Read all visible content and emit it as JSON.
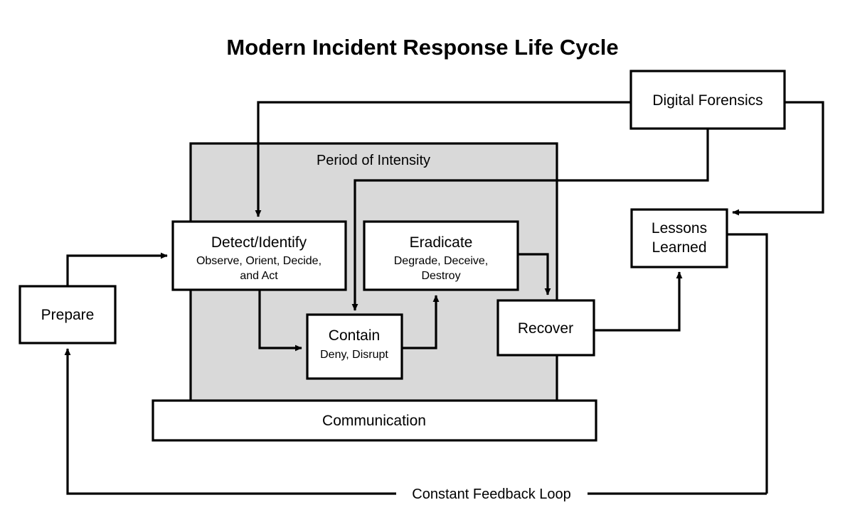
{
  "diagram": {
    "title": "Modern Incident Response Life Cycle",
    "background_color": "#ffffff",
    "line_color": "#000000",
    "group_fill_color": "#d9d9d9",
    "node_fill_color": "#ffffff",
    "groups": [
      {
        "id": "period-of-intensity",
        "label": "Period of Intensity"
      }
    ],
    "nodes": [
      {
        "id": "prepare",
        "title": "Prepare",
        "sub": ""
      },
      {
        "id": "detect-identify",
        "title": "Detect/Identify",
        "sub_line1": "Observe, Orient, Decide,",
        "sub_line2": "and Act"
      },
      {
        "id": "eradicate",
        "title": "Eradicate",
        "sub_line1": "Degrade, Deceive,",
        "sub_line2": "Destroy"
      },
      {
        "id": "contain",
        "title": "Contain",
        "sub_line1": "Deny, Disrupt",
        "sub_line2": ""
      },
      {
        "id": "recover",
        "title": "Recover",
        "sub": ""
      },
      {
        "id": "communication",
        "title": "Communication",
        "sub": ""
      },
      {
        "id": "digital-forensics",
        "title": "Digital Forensics",
        "sub": ""
      },
      {
        "id": "lessons-learned",
        "title_line1": "Lessons",
        "title_line2": "Learned"
      }
    ],
    "edges": [
      {
        "id": "feedback-loop",
        "label": "Constant Feedback Loop"
      }
    ]
  }
}
